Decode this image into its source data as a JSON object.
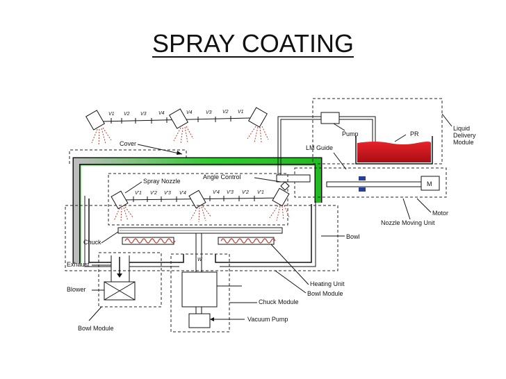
{
  "title": "SPRAY COATING",
  "labels": {
    "cover": "Cover",
    "pump": "Pump",
    "pr": "PR",
    "liquid_delivery": [
      "Liquid",
      "Delivery",
      "Module"
    ],
    "lm_guide": "LM Guide",
    "spray_nozzle": "Spray Nozzle",
    "angle_control": "Angle Control",
    "motor_symbol": "M",
    "motor": "Motor",
    "nozzle_moving_unit": "Nozzle Moving Unit",
    "bowl": "Bowl",
    "chuck": "Chuck",
    "exhaust": "Exhaust",
    "blower": "Blower",
    "bowl_module_left": "Bowl Module",
    "heating_unit": "Heating Unit",
    "bowl_module_right": "Bowl Module",
    "chuck_module": "Chuck Module",
    "vacuum_pump": "Vacuum Pump",
    "wafer": "W"
  },
  "valves_top": [
    "V1",
    "V2",
    "V3",
    "V4",
    "V4",
    "V3",
    "V2",
    "V1"
  ],
  "valves_inner": [
    "V'1",
    "V'2",
    "V'3",
    "V'4",
    "V'4",
    "V'3",
    "V'2",
    "V'1"
  ],
  "colors": {
    "cover_pipe": "#2ecc2e",
    "photoresist": "#d4141c",
    "spray_droplets": "#c0392b",
    "heater": "#c0392b"
  }
}
